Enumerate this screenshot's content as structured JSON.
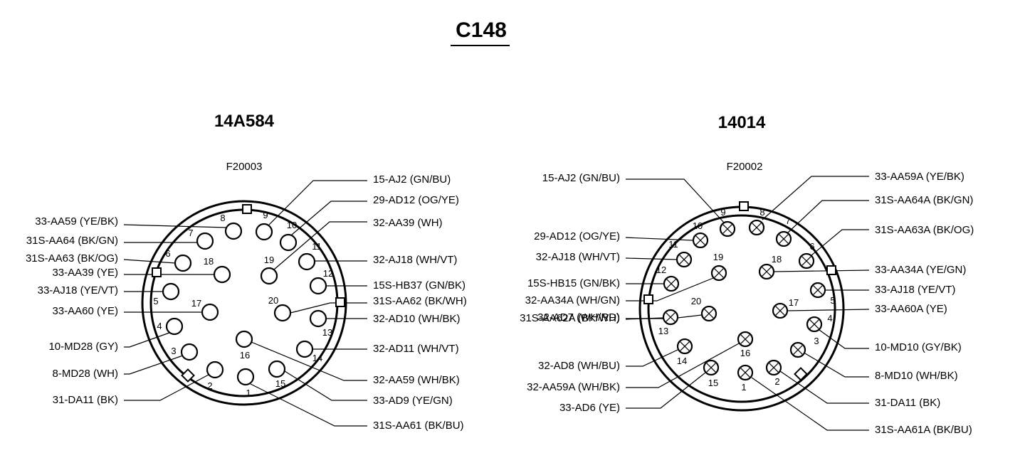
{
  "title": "C148",
  "connectors": [
    {
      "name": "14A584",
      "part": "F20003",
      "pins": [
        {
          "pin": "1",
          "circuit": "31S-AA61 (BK/BU)"
        },
        {
          "pin": "2",
          "circuit": "31-DA11 (BK)"
        },
        {
          "pin": "3",
          "circuit": "8-MD28 (WH)"
        },
        {
          "pin": "4",
          "circuit": "10-MD28 (GY)"
        },
        {
          "pin": "5",
          "circuit": "33-AJ18 (YE/VT)"
        },
        {
          "pin": "6",
          "circuit": "31S-AA63 (BK/OG)"
        },
        {
          "pin": "7",
          "circuit": "31S-AA64 (BK/GN)"
        },
        {
          "pin": "8",
          "circuit": "33-AA59 (YE/BK)"
        },
        {
          "pin": "9",
          "circuit": "15-AJ2 (GN/BU)"
        },
        {
          "pin": "10",
          "circuit": "29-AD12 (OG/YE)"
        },
        {
          "pin": "11",
          "circuit": "32-AJ18 (WH/VT)"
        },
        {
          "pin": "12",
          "circuit": "15S-HB37 (GN/BK)"
        },
        {
          "pin": "13",
          "circuit": "32-AD10 (WH/BK)"
        },
        {
          "pin": "14",
          "circuit": "32-AD11 (WH/VT)"
        },
        {
          "pin": "15",
          "circuit": "33-AD9 (YE/GN)"
        },
        {
          "pin": "16",
          "circuit": "32-AA59 (WH/BK)"
        },
        {
          "pin": "17",
          "circuit": "33-AA60 (YE)"
        },
        {
          "pin": "18",
          "circuit": "33-AA39 (YE)"
        },
        {
          "pin": "19",
          "circuit": "32-AA39 (WH)"
        },
        {
          "pin": "20",
          "circuit": "31S-AA62 (BK/WH)"
        }
      ]
    },
    {
      "name": "14014",
      "part": "F20002",
      "pins": [
        {
          "pin": "1",
          "circuit": "31S-AA61A (BK/BU)"
        },
        {
          "pin": "2",
          "circuit": "31-DA11 (BK)"
        },
        {
          "pin": "3",
          "circuit": "8-MD10 (WH/BK)"
        },
        {
          "pin": "4",
          "circuit": "10-MD10 (GY/BK)"
        },
        {
          "pin": "5",
          "circuit": "33-AJ18 (YE/VT)"
        },
        {
          "pin": "6",
          "circuit": "31S-AA63A (BK/OG)"
        },
        {
          "pin": "7",
          "circuit": "31S-AA64A (BK/GN)"
        },
        {
          "pin": "8",
          "circuit": "33-AA59A (YE/BK)"
        },
        {
          "pin": "9",
          "circuit": "15-AJ2 (GN/BU)"
        },
        {
          "pin": "10",
          "circuit": "29-AD12 (OG/YE)"
        },
        {
          "pin": "11",
          "circuit": "32-AJ18 (WH/VT)"
        },
        {
          "pin": "12",
          "circuit": "15S-HB15 (GN/BK)"
        },
        {
          "pin": "13",
          "circuit": "31S-AA62A (BK/WH)"
        },
        {
          "pin": "14",
          "circuit": "32-AD8 (WH/BU)"
        },
        {
          "pin": "15",
          "circuit": "33-AD6 (YE)"
        },
        {
          "pin": "16",
          "circuit": "32-AA59A (WH/BK)"
        },
        {
          "pin": "17",
          "circuit": "33-AA60A (YE)"
        },
        {
          "pin": "18",
          "circuit": "33-AA34A (YE/GN)"
        },
        {
          "pin": "19",
          "circuit": "32-AA34A (WH/GN)"
        },
        {
          "pin": "20",
          "circuit": "32-AD7 (WH/RD)"
        }
      ]
    }
  ]
}
